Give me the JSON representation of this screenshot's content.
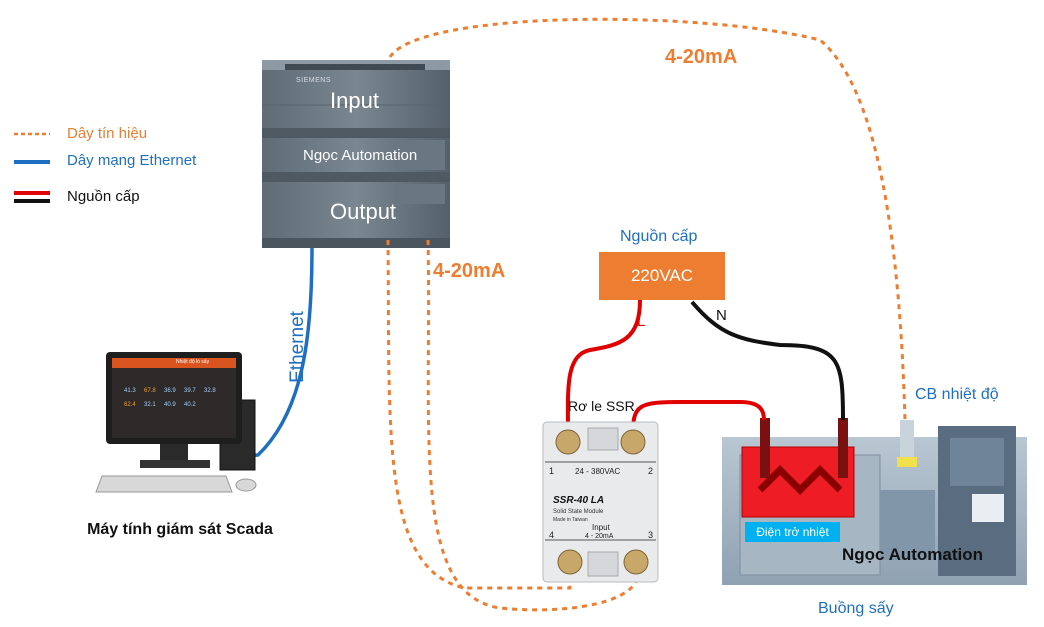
{
  "legend": {
    "signal_wire": "Dây tín hiệu",
    "ethernet_wire": "Dây mạng Ethernet",
    "power_wire": "Nguồn cấp",
    "signal_color": "#ed7d31",
    "ethernet_color": "#1f6fc0",
    "power_colors": [
      "#e00000",
      "#111111"
    ]
  },
  "plc": {
    "brand": "SIEMENS",
    "input_label": "Input",
    "output_label": "Output",
    "name": "Ngọc Automation"
  },
  "signals": {
    "top_label": "4-20mA",
    "mid_label": "4-20mA"
  },
  "ethernet": {
    "label": "Ethernet"
  },
  "power_supply": {
    "title": "Nguồn cấp",
    "voltage": "220VAC",
    "line_label": "L",
    "neutral_label": "N"
  },
  "ssr": {
    "title": "Rơ le SSR",
    "model": "SSR-40 LA",
    "subtitle": "Solid State Module",
    "made_in": "Made in Taiwan",
    "range": "24 - 380VAC",
    "input_title": "Input",
    "input_range": "4 - 20mA",
    "t1": "1",
    "t2": "2",
    "t3": "3",
    "t4": "4"
  },
  "sensor": {
    "label": "CB nhiệt độ"
  },
  "heater": {
    "label": "Điện trở nhiệt"
  },
  "oven": {
    "brand": "Ngọc Automation",
    "label": "Buồng sấy"
  },
  "computer": {
    "label": "Máy tính giám sát Scada",
    "screen_title": "Nhiệt độ lò sấy",
    "screen_values": [
      "41.3",
      "67.8",
      "36.9",
      "39.7",
      "32.8",
      "62.4",
      "32.1",
      "40.9",
      "40.2"
    ]
  }
}
